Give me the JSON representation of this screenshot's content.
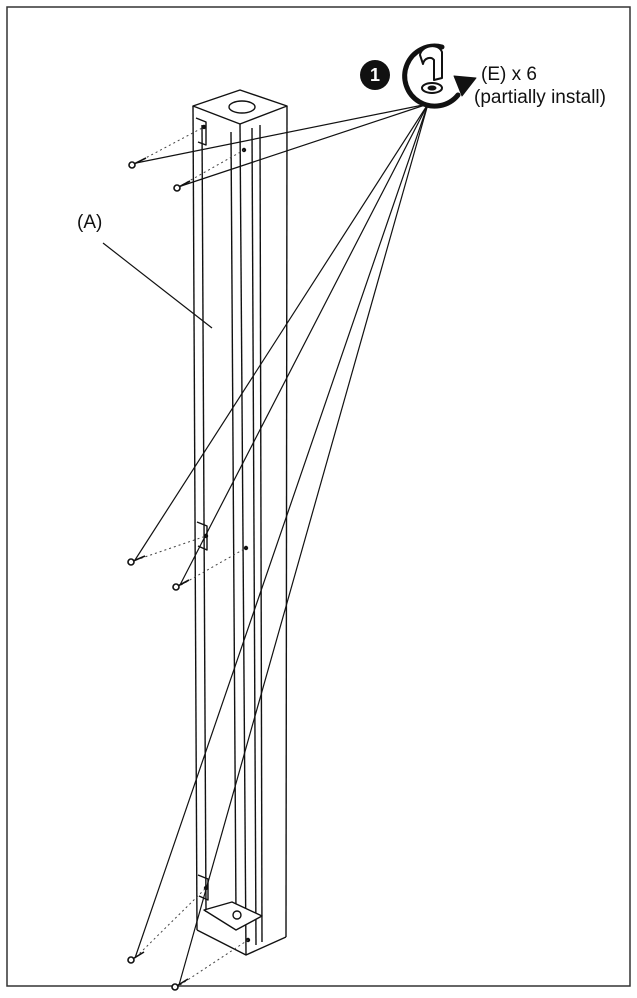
{
  "diagram": {
    "part_label": "(A)",
    "step_number": "1",
    "hardware_quantity": "(E) x 6",
    "hardware_note": "(partially install)",
    "icon": "hex-key-rotate-icon",
    "line_color": "#111111",
    "background_color": "#ffffff"
  }
}
